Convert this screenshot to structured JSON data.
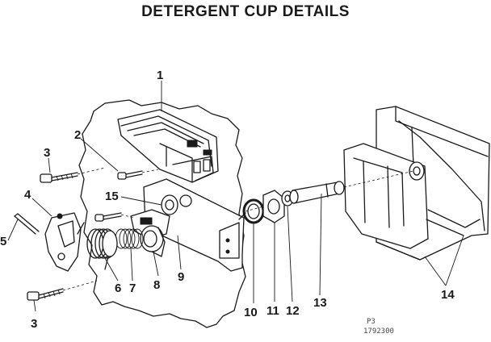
{
  "title": "DETERGENT CUP DETAILS",
  "callouts": [
    "1",
    "2",
    "3",
    "4",
    "5",
    "3",
    "15",
    "6",
    "7",
    "8",
    "9",
    "10",
    "11",
    "12",
    "13",
    "14"
  ],
  "stamp": {
    "line1": "P3",
    "line2": "1792300"
  }
}
